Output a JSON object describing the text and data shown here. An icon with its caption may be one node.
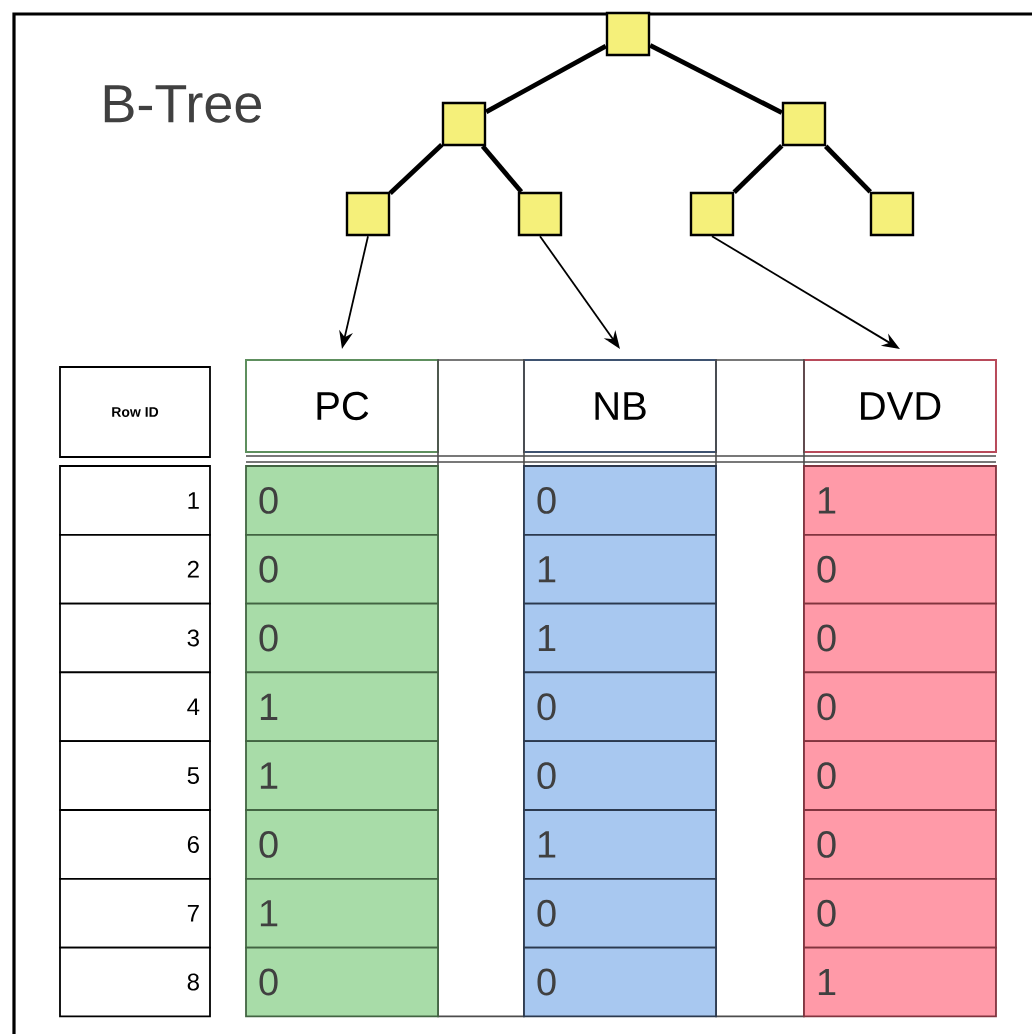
{
  "diagram": {
    "title": "B-Tree",
    "nodes": [
      {
        "text": [],
        "shape": "box"
      },
      {
        "text": [],
        "shape": "box"
      },
      {
        "text": [],
        "shape": "box"
      },
      {
        "text": [],
        "shape": "box"
      },
      {
        "text": [],
        "shape": "box"
      },
      {
        "text": [],
        "shape": "box"
      },
      {
        "text": [],
        "shape": "box"
      },
      {
        "text": [
          "PC"
        ]
      },
      {
        "text": [
          "NB"
        ]
      },
      {
        "text": [
          "DVD"
        ]
      }
    ],
    "edges": [
      {
        "from": 0,
        "to": 1,
        "arrow": "none"
      },
      {
        "from": 0,
        "to": 2,
        "arrow": "none"
      },
      {
        "from": 1,
        "to": 3,
        "arrow": "none"
      },
      {
        "from": 1,
        "to": 4,
        "arrow": "none"
      },
      {
        "from": 2,
        "to": 5,
        "arrow": "none"
      },
      {
        "from": 2,
        "to": 6,
        "arrow": "none"
      },
      {
        "from": 3,
        "to": 7,
        "arrow": "to"
      },
      {
        "from": 4,
        "to": 8,
        "arrow": "to"
      },
      {
        "from": 5,
        "to": 9,
        "arrow": "to"
      }
    ],
    "labels": [
      "Row ID",
      "1",
      "0",
      "0",
      "1",
      "2",
      "0",
      "1",
      "0",
      "3",
      "0",
      "1",
      "0",
      "4",
      "1",
      "0",
      "0",
      "5",
      "1",
      "0",
      "0",
      "6",
      "0",
      "1",
      "0",
      "7",
      "1",
      "0",
      "0",
      "8",
      "0",
      "0",
      "1"
    ]
  }
}
